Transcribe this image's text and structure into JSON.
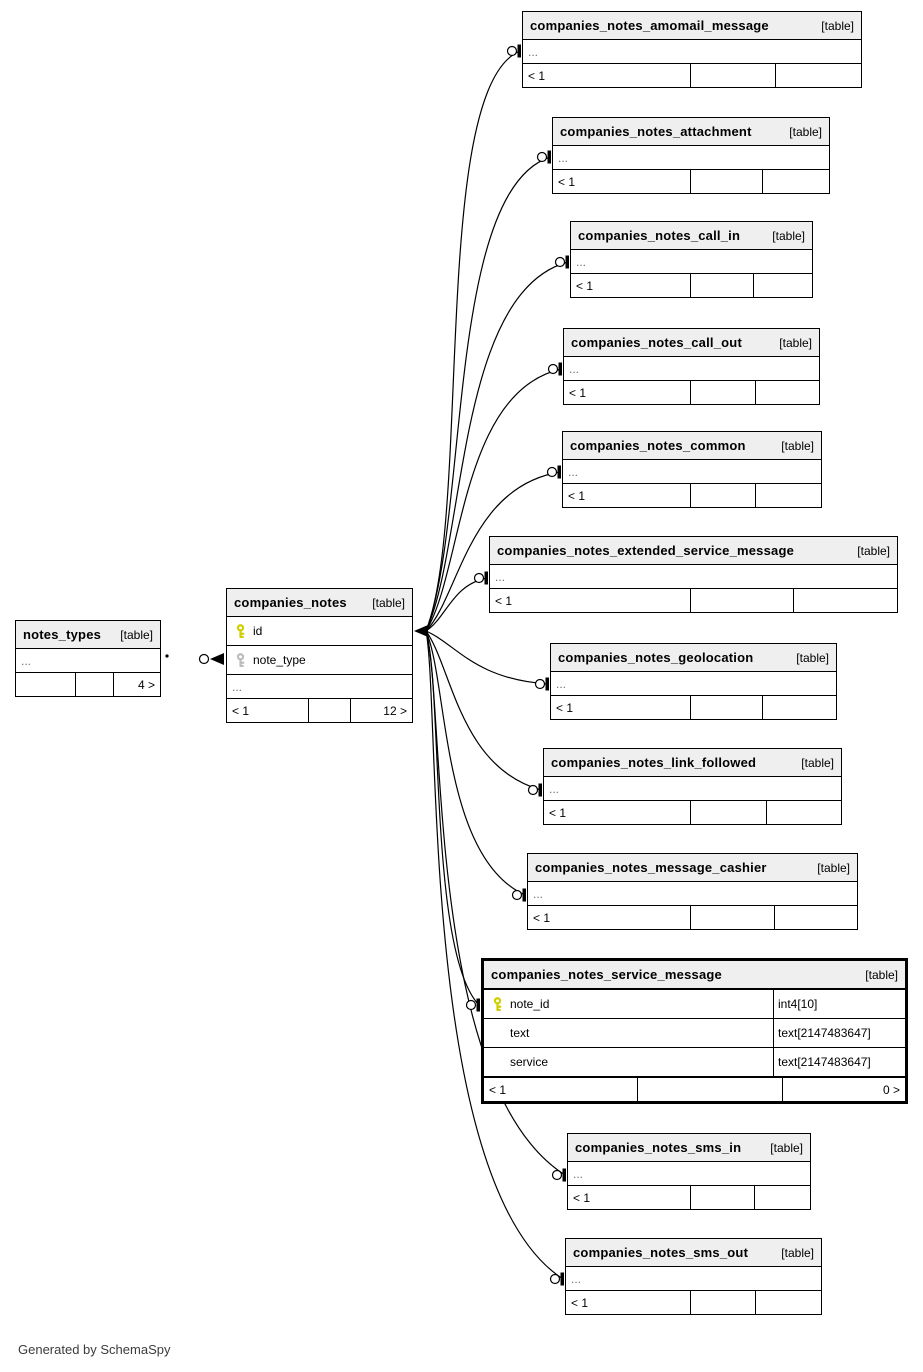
{
  "footer_note": "Generated by SchemaSpy",
  "colors": {
    "header_bg": "#efefef",
    "border": "#000000",
    "primary_key": "#cfcf00",
    "foreign_key": "#bdbdbd"
  },
  "notes_types": {
    "name": "notes_types",
    "tag": "[table]",
    "ellipsis": "...",
    "footer": {
      "left": "",
      "mid": "",
      "right": "4 >"
    }
  },
  "companies_notes": {
    "name": "companies_notes",
    "tag": "[table]",
    "columns": [
      {
        "name": "id",
        "key": "primary"
      },
      {
        "name": "note_type",
        "key": "foreign"
      }
    ],
    "ellipsis": "...",
    "footer": {
      "left": "< 1",
      "mid": "",
      "right": "12 >"
    }
  },
  "children": [
    {
      "name": "companies_notes_amomail_message",
      "tag": "[table]",
      "ellipsis": "...",
      "footer": {
        "left": "< 1",
        "mid": "",
        "right": ""
      }
    },
    {
      "name": "companies_notes_attachment",
      "tag": "[table]",
      "ellipsis": "...",
      "footer": {
        "left": "< 1",
        "mid": "",
        "right": ""
      }
    },
    {
      "name": "companies_notes_call_in",
      "tag": "[table]",
      "ellipsis": "...",
      "footer": {
        "left": "< 1",
        "mid": "",
        "right": ""
      }
    },
    {
      "name": "companies_notes_call_out",
      "tag": "[table]",
      "ellipsis": "...",
      "footer": {
        "left": "< 1",
        "mid": "",
        "right": ""
      }
    },
    {
      "name": "companies_notes_common",
      "tag": "[table]",
      "ellipsis": "...",
      "footer": {
        "left": "< 1",
        "mid": "",
        "right": ""
      }
    },
    {
      "name": "companies_notes_extended_service_message",
      "tag": "[table]",
      "ellipsis": "...",
      "footer": {
        "left": "< 1",
        "mid": "",
        "right": ""
      }
    },
    {
      "name": "companies_notes_geolocation",
      "tag": "[table]",
      "ellipsis": "...",
      "footer": {
        "left": "< 1",
        "mid": "",
        "right": ""
      }
    },
    {
      "name": "companies_notes_link_followed",
      "tag": "[table]",
      "ellipsis": "...",
      "footer": {
        "left": "< 1",
        "mid": "",
        "right": ""
      }
    },
    {
      "name": "companies_notes_message_cashier",
      "tag": "[table]",
      "ellipsis": "...",
      "footer": {
        "left": "< 1",
        "mid": "",
        "right": ""
      }
    },
    {
      "name": "companies_notes_service_message",
      "tag": "[table]",
      "highlighted": true,
      "columns": [
        {
          "name": "note_id",
          "type": "int4[10]",
          "key": "primary"
        },
        {
          "name": "text",
          "type": "text[2147483647]",
          "key": ""
        },
        {
          "name": "service",
          "type": "text[2147483647]",
          "key": ""
        }
      ],
      "footer": {
        "left": "< 1",
        "mid": "",
        "right": "0 >"
      }
    },
    {
      "name": "companies_notes_sms_in",
      "tag": "[table]",
      "ellipsis": "...",
      "footer": {
        "left": "< 1",
        "mid": "",
        "right": ""
      }
    },
    {
      "name": "companies_notes_sms_out",
      "tag": "[table]",
      "ellipsis": "...",
      "footer": {
        "left": "< 1",
        "mid": "",
        "right": ""
      }
    }
  ],
  "relationships": {
    "fan_out": {
      "source": "companies_notes.id",
      "targets": [
        "companies_notes_amomail_message",
        "companies_notes_attachment",
        "companies_notes_call_in",
        "companies_notes_call_out",
        "companies_notes_common",
        "companies_notes_extended_service_message",
        "companies_notes_geolocation",
        "companies_notes_link_followed",
        "companies_notes_message_cashier",
        "companies_notes_service_message",
        "companies_notes_sms_in",
        "companies_notes_sms_out"
      ]
    },
    "parent": {
      "source": "notes_types",
      "target": "companies_notes.note_type"
    }
  }
}
